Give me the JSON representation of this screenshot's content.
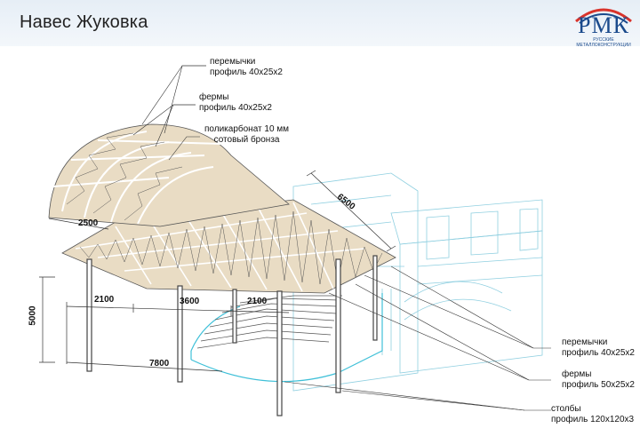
{
  "header": {
    "title": "Навес Жуковка"
  },
  "logo": {
    "text": "РМК",
    "subtitle": "РУССКИЕ МЕТАЛЛОКОНСТРУКЦИИ"
  },
  "callouts": {
    "top_bridges": {
      "line1": "перемычки",
      "line2": "профиль 40х25х2"
    },
    "top_trusses": {
      "line1": "фермы",
      "line2": "профиль 40х25х2"
    },
    "polycarbonate": {
      "line1": "поликарбонат 10 мм",
      "line2": "сотовый бронза"
    },
    "right_bridges": {
      "line1": "перемычки",
      "line2": "профиль 40х25х2"
    },
    "right_trusses": {
      "line1": "фермы",
      "line2": "профиль 50х25х2"
    },
    "right_posts": {
      "line1": "столбы",
      "line2": "профиль 120х120х3"
    }
  },
  "dimensions": {
    "width_top": "2500",
    "depth": "6500",
    "span_left": "2100",
    "span_mid": "3600",
    "span_right": "2100",
    "height": "5000",
    "length": "7800"
  },
  "colors": {
    "roof_fill": "#e9dcc4",
    "truss": "#ffffff",
    "building_line": "#8fcfe0",
    "stair_line": "#3fc0d8",
    "line": "#333333"
  }
}
